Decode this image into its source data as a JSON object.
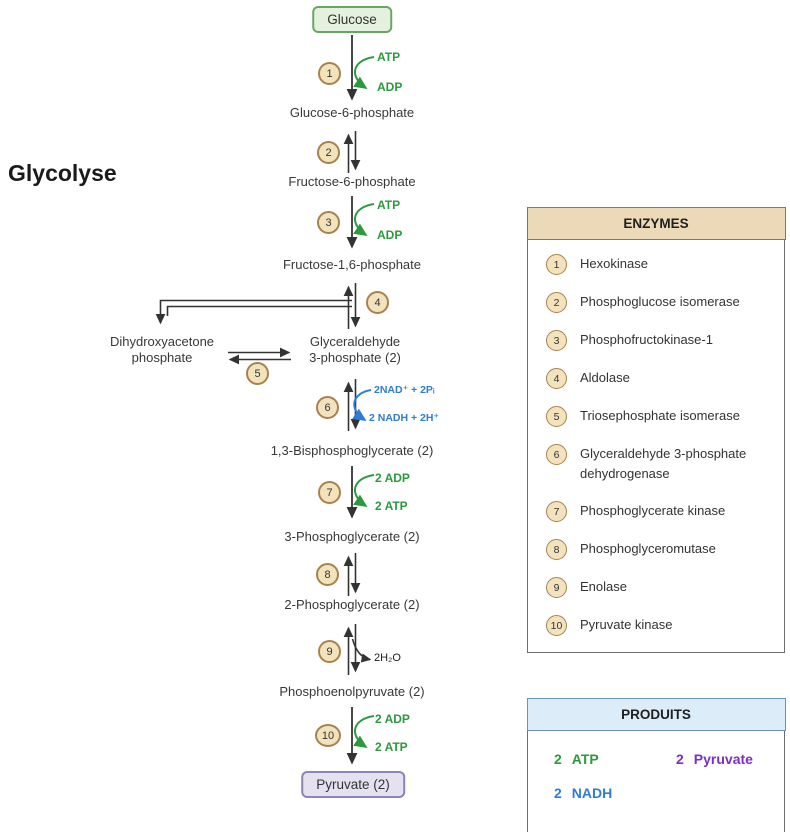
{
  "title": "Glycolyse",
  "pathway": {
    "glucose": "Glucose",
    "pyruvate": "Pyruvate (2)",
    "metabolites": {
      "g6p": "Glucose-6-phosphate",
      "f6p": "Fructose-6-phosphate",
      "f16p": "Fructose-1,6-phosphate",
      "dhap": "Dihydroxyacetone\nphosphate",
      "g3p": "Glyceraldehyde\n3-phosphate (2)",
      "bpg13": "1,3-Bisphosphoglycerate (2)",
      "pg3": "3-Phosphoglycerate (2)",
      "pg2": "2-Phosphoglycerate (2)",
      "pep": "Phosphoenolpyruvate (2)"
    },
    "steps": {
      "s1": "1",
      "s2": "2",
      "s3": "3",
      "s4": "4",
      "s5": "5",
      "s6": "6",
      "s7": "7",
      "s8": "8",
      "s9": "9",
      "s10": "10"
    },
    "cofactors": {
      "s1_in": "ATP",
      "s1_out": "ADP",
      "s3_in": "ATP",
      "s3_out": "ADP",
      "s6_in": "2NAD⁺ + 2Pᵢ",
      "s6_out": "2 NADH + 2H⁺",
      "s7_in": "2 ADP",
      "s7_out": "2 ATP",
      "s9_out": "2H₂O",
      "s10_in": "2 ADP",
      "s10_out": "2 ATP"
    }
  },
  "enzymes": {
    "header": "ENZYMES",
    "items": [
      {
        "n": "1",
        "name": "Hexokinase"
      },
      {
        "n": "2",
        "name": "Phosphoglucose isomerase"
      },
      {
        "n": "3",
        "name": "Phosphofructokinase-1"
      },
      {
        "n": "4",
        "name": "Aldolase"
      },
      {
        "n": "5",
        "name": "Triosephosphate isomerase"
      },
      {
        "n": "6",
        "name": "Glyceraldehyde 3-phosphate dehydrogenase"
      },
      {
        "n": "7",
        "name": "Phosphoglycerate kinase"
      },
      {
        "n": "8",
        "name": "Phosphoglyceromutase"
      },
      {
        "n": "9",
        "name": "Enolase"
      },
      {
        "n": "10",
        "name": "Pyruvate kinase"
      }
    ]
  },
  "products": {
    "header": "PRODUITS",
    "items": [
      {
        "qty": "2",
        "name": "ATP",
        "color": "#2b9a3e"
      },
      {
        "qty": "2",
        "name": "Pyruvate",
        "color": "#7c2fc4"
      },
      {
        "qty": "2",
        "name": "NADH",
        "color": "#2e7cd6"
      }
    ]
  },
  "colors": {
    "green": "#2b9a3e",
    "blue": "#2e7cd6",
    "purple": "#7c2fc4",
    "arrow": "#333333",
    "circle_fill": "#f3e3bd",
    "circle_border": "#a8824e",
    "glucose_fill": "#e4f1de",
    "glucose_border": "#68a763",
    "pyruvate_fill": "#e5e1f1",
    "pyruvate_border": "#8a84b8",
    "enzymes_header_fill": "#ecd9b8",
    "enzymes_header_border": "#a06e44",
    "produits_header_fill": "#dcecf9",
    "produits_header_border": "#6b93b8"
  }
}
